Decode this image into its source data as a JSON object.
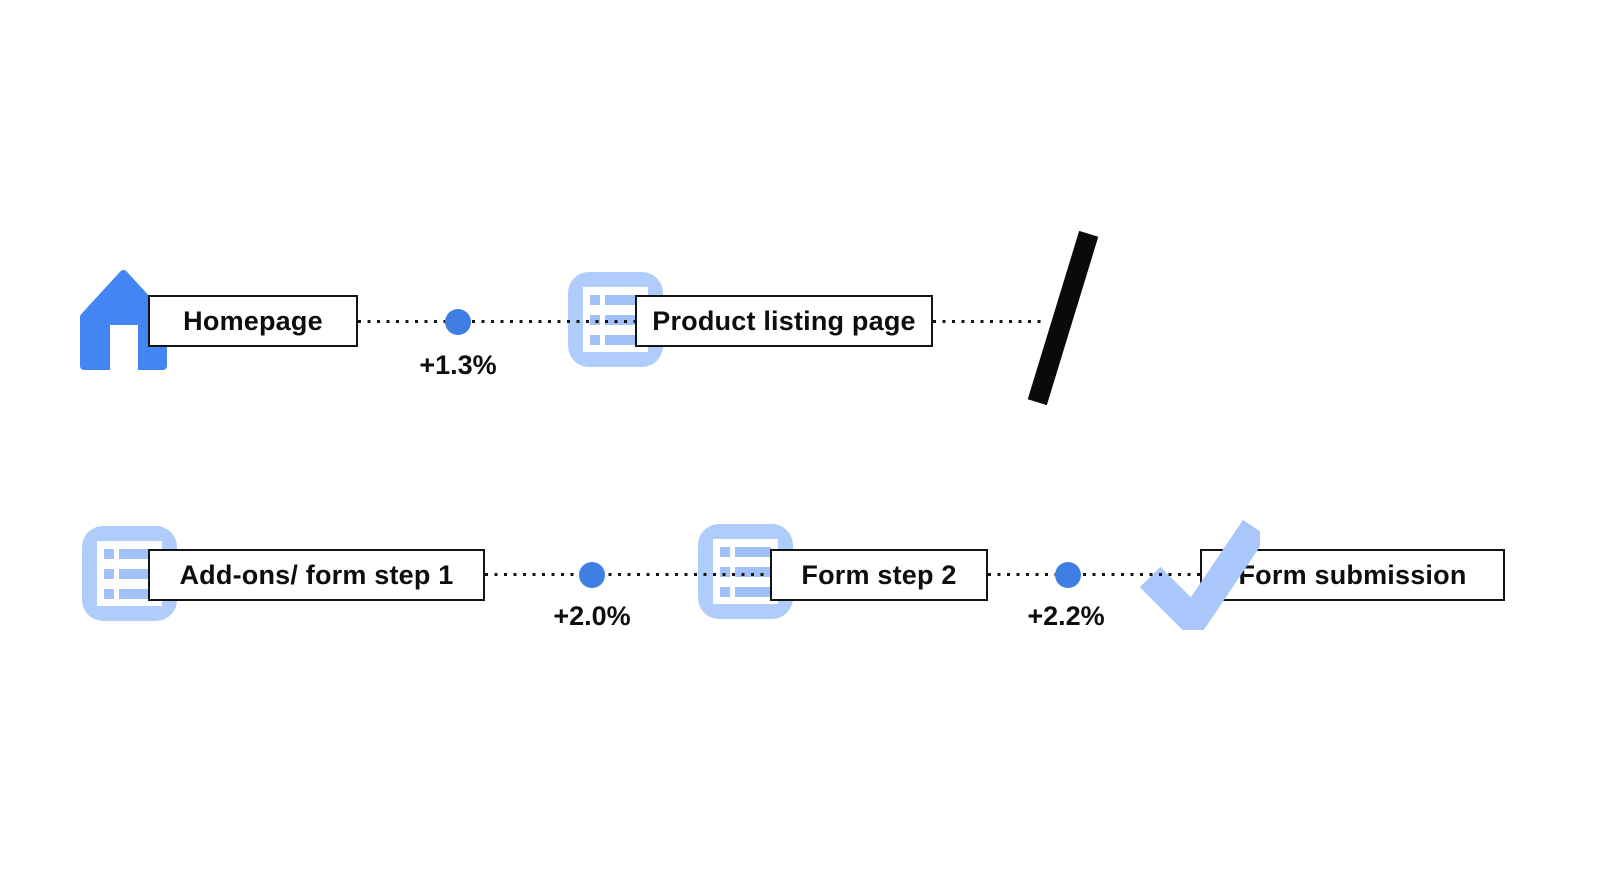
{
  "colors": {
    "house_blue": "#4385F2",
    "dot_blue": "#3F7FE4",
    "icon_light_blue": "#B0CCFB",
    "icon_row_blue": "#A2C1F9",
    "check_blue": "#A9C7FA",
    "slash_black": "#0A0A0A",
    "line_black": "#131313",
    "text_black": "#0E0E0E",
    "box_fill": "#FFFFFF"
  },
  "flow": {
    "row1": {
      "node1": {
        "icon": "home-icon",
        "label": "Homepage"
      },
      "connector1": {
        "marker": "blue-dot",
        "delta": "+1.3%"
      },
      "node2": {
        "icon": "list-icon",
        "label": "Product listing page"
      },
      "terminator": {
        "marker": "slash-drop-off"
      }
    },
    "row2": {
      "node1": {
        "icon": "list-icon",
        "label": "Add-ons/ form step 1"
      },
      "connector1": {
        "marker": "blue-dot",
        "delta": "+2.0%"
      },
      "node2": {
        "icon": "list-icon",
        "label": "Form step 2"
      },
      "connector2": {
        "marker": "blue-dot",
        "delta": "+2.2%"
      },
      "node3": {
        "icon": "check-icon",
        "label": "Form submission"
      }
    }
  }
}
